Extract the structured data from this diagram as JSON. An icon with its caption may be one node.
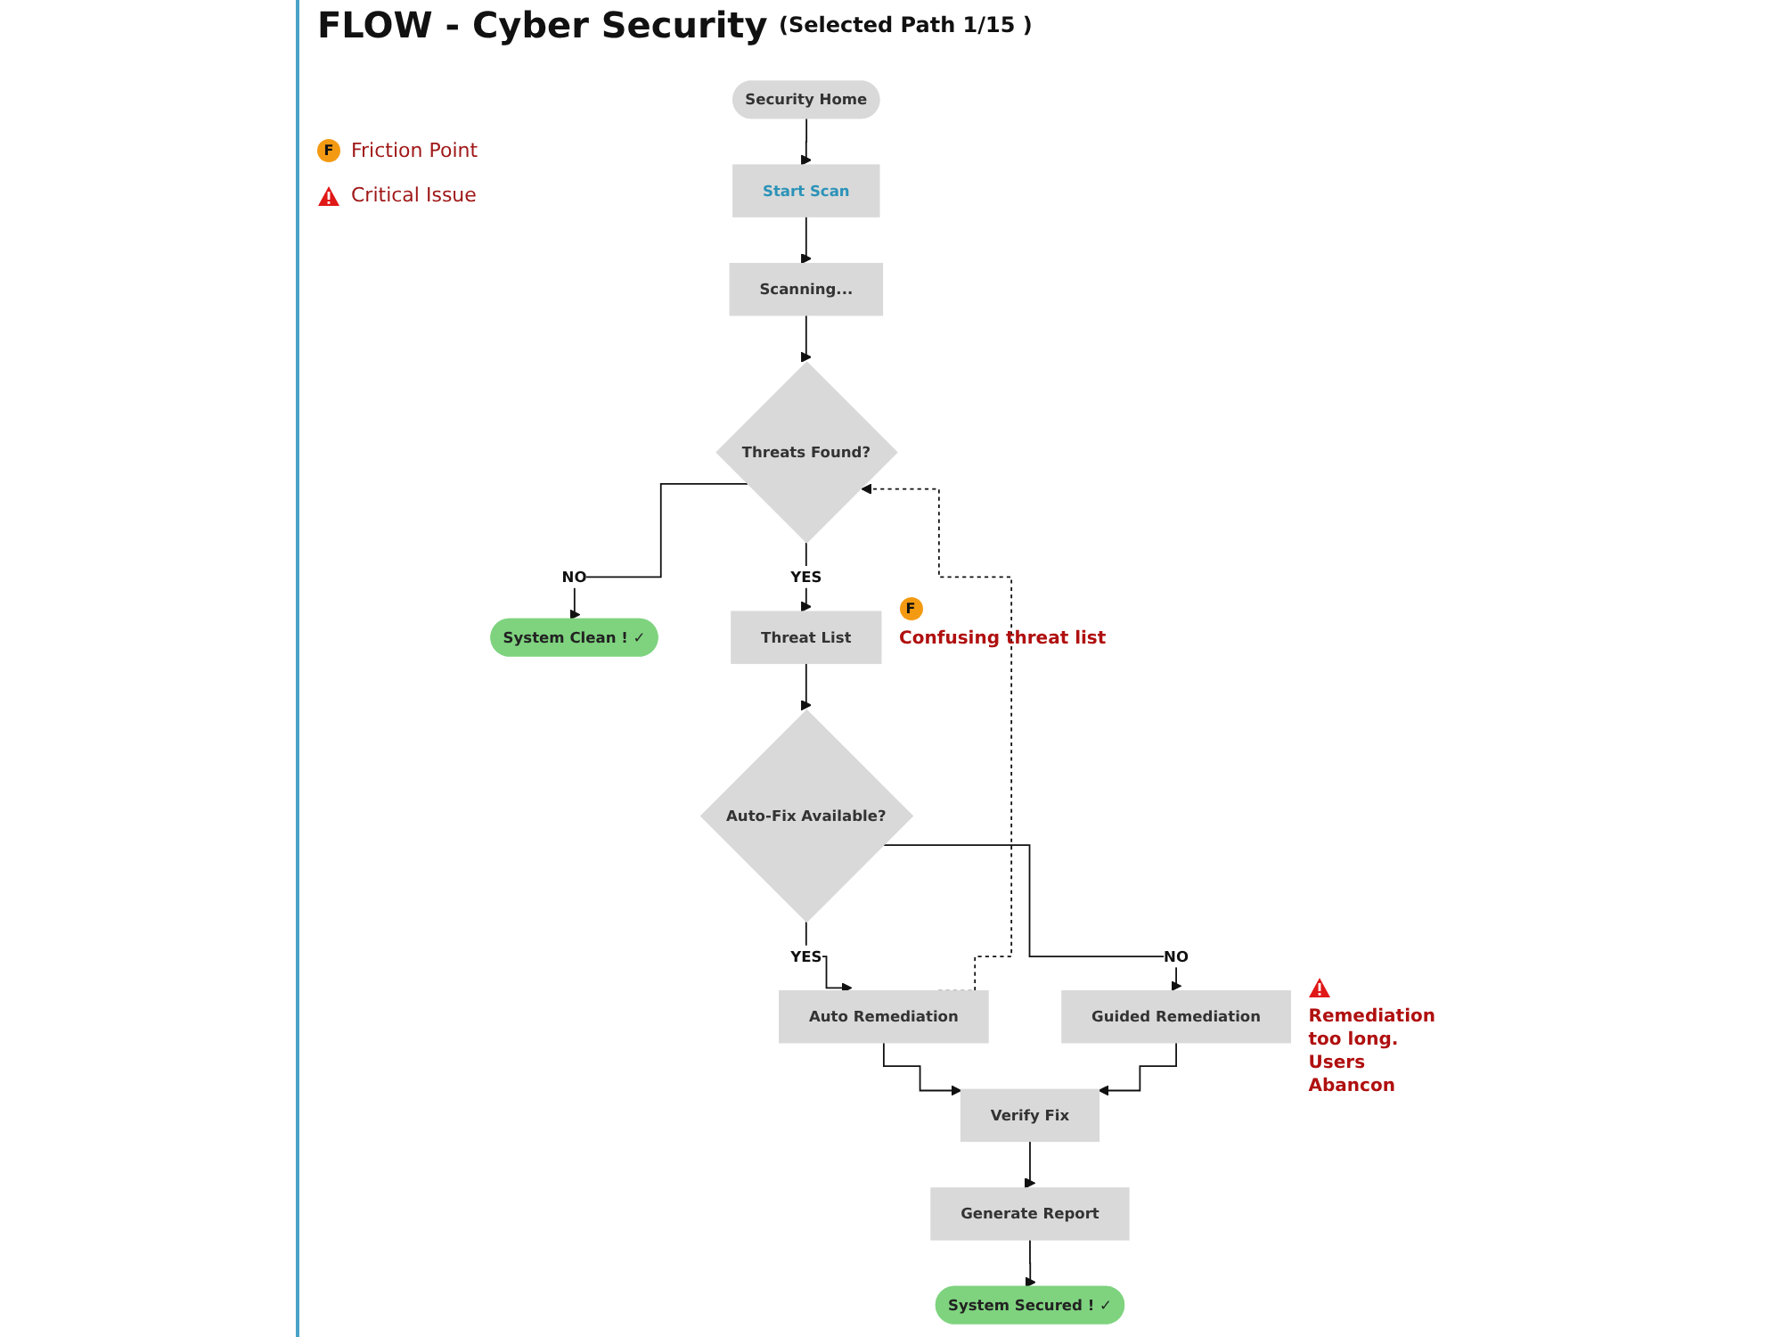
{
  "diagram": {
    "title": "FLOW - Cyber Security",
    "nodes": [
      {
        "text": [
          "Security Home"
        ]
      },
      {
        "text": [
          "Start Scan"
        ]
      },
      {
        "text": [
          "Scanning..."
        ]
      },
      {
        "text": [
          "Threats Found?"
        ]
      },
      {
        "text": [
          "System Clean !  ✓"
        ]
      },
      {
        "text": [
          "Threat List"
        ],
        "beside": [
          "F",
          "Confusing threat list"
        ]
      },
      {
        "text": [
          "Auto-Fix Available?"
        ]
      },
      {
        "text": [
          "Auto Remediation"
        ]
      },
      {
        "text": [
          "Guided Remediation"
        ],
        "beside": [
          "Remediation too long. Users Abancon"
        ]
      },
      {
        "text": [
          "Verify Fix"
        ]
      },
      {
        "text": [
          "Generate Report"
        ]
      },
      {
        "text": [
          "System Secured !  ✓"
        ]
      }
    ],
    "edges": [
      {
        "from": 0,
        "to": 1,
        "arrow": "to"
      },
      {
        "from": 1,
        "to": 2,
        "arrow": "to"
      },
      {
        "from": 2,
        "to": 3,
        "arrow": "to"
      },
      {
        "from": 3,
        "to": 4,
        "arrow": "to",
        "label": "NO"
      },
      {
        "from": 3,
        "to": 5,
        "arrow": "to",
        "label": "YES"
      },
      {
        "from": 5,
        "to": 6,
        "arrow": "to"
      },
      {
        "from": 6,
        "to": 7,
        "arrow": "to",
        "label": "YES"
      },
      {
        "from": 6,
        "to": 8,
        "arrow": "to",
        "label": "NO"
      },
      {
        "from": 7,
        "to": 3,
        "arrow": "to",
        "style": "dashed"
      },
      {
        "from": 7,
        "to": 9,
        "arrow": "to"
      },
      {
        "from": 8,
        "to": 9,
        "arrow": "to"
      },
      {
        "from": 9,
        "to": 10,
        "arrow": "to"
      },
      {
        "from": 10,
        "to": 11,
        "arrow": "to"
      }
    ],
    "labels": [
      "(Selected Path 1/15 )",
      "F"
    ],
    "legend": [
      {
        "text": "Friction Point"
      },
      {
        "text": "Critical Issue"
      }
    ]
  }
}
